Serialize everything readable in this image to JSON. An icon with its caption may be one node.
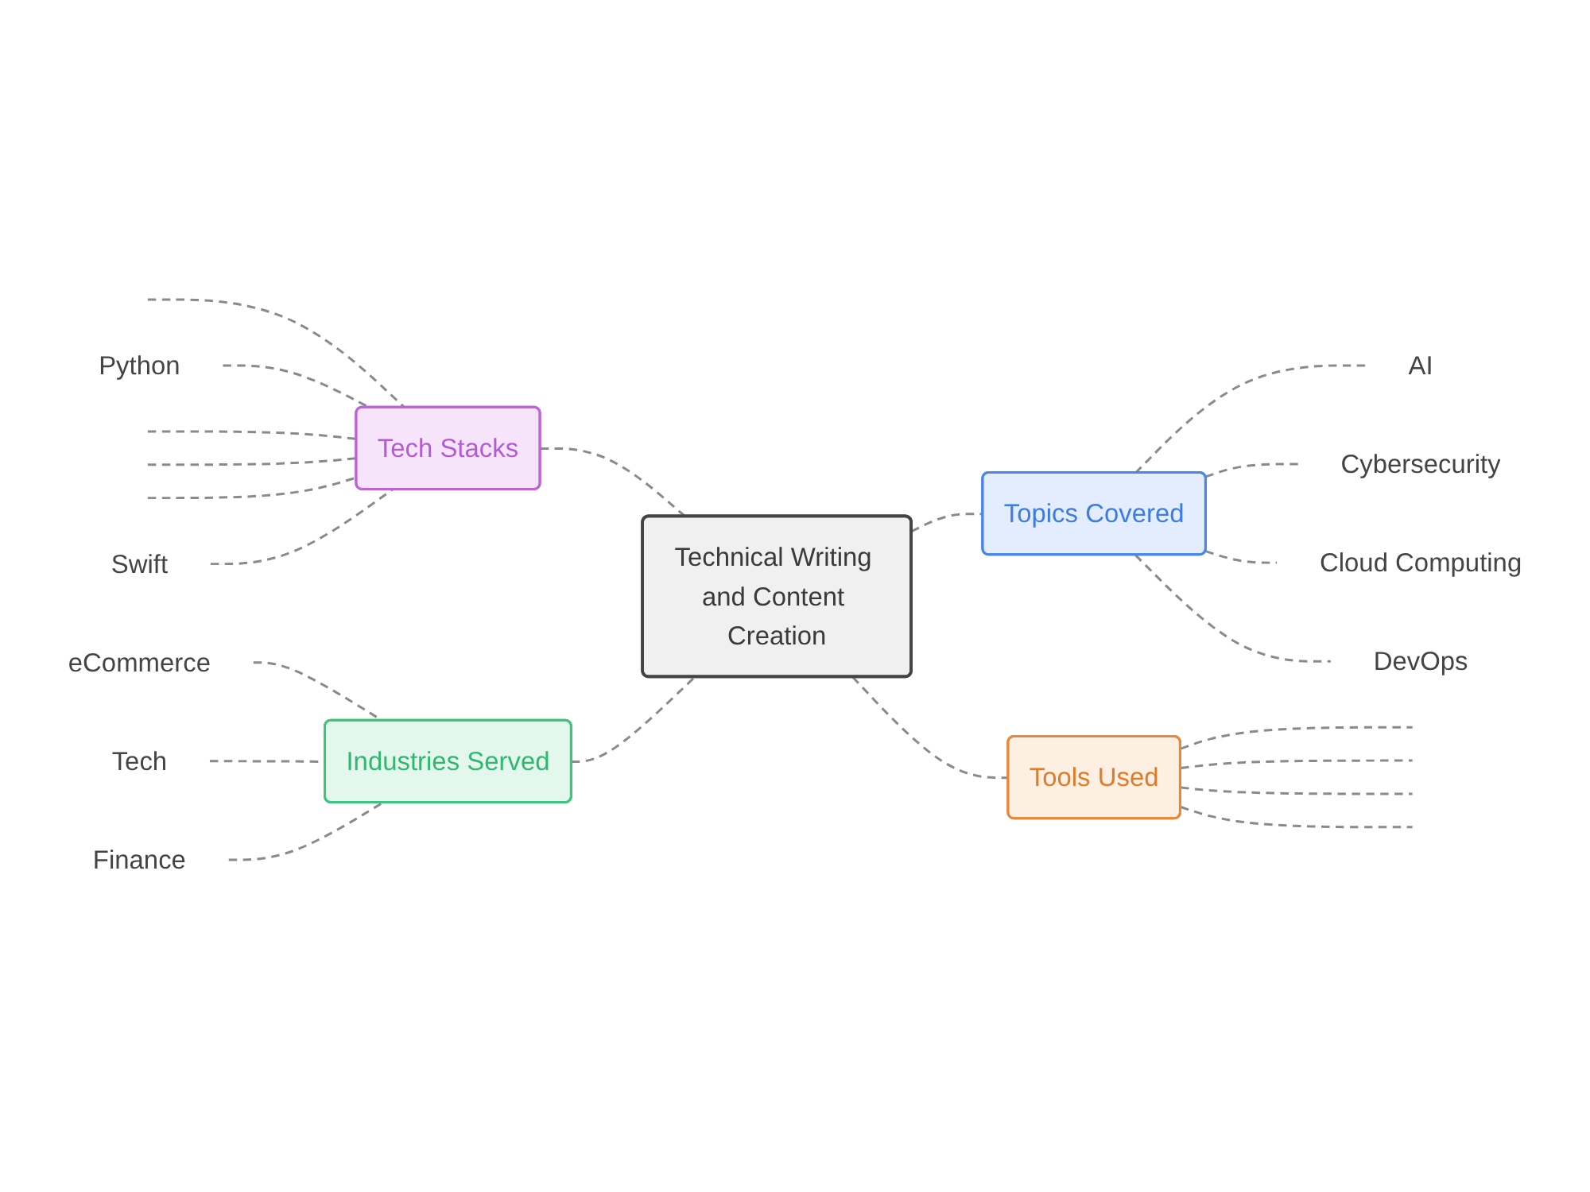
{
  "diagram": {
    "nodes": [
      {
        "text": [
          "Technical Writing and Content Creation"
        ]
      },
      {
        "text": [
          "Tech Stacks"
        ]
      },
      {
        "text": [
          "Python"
        ]
      },
      {
        "text": [
          "Swift"
        ]
      },
      {
        "text": [
          "Topics Covered"
        ]
      },
      {
        "text": [
          "AI"
        ]
      },
      {
        "text": [
          "Cybersecurity"
        ]
      },
      {
        "text": [
          "Cloud Computing"
        ]
      },
      {
        "text": [
          "DevOps"
        ]
      },
      {
        "text": [
          "Tools Used"
        ]
      },
      {
        "text": [
          "Industries Served"
        ]
      },
      {
        "text": [
          "eCommerce"
        ]
      },
      {
        "text": [
          "Tech"
        ]
      },
      {
        "text": [
          "Finance"
        ]
      }
    ],
    "edges": [
      {
        "from": 1,
        "to": 0,
        "arrow": "none",
        "style": "dashed"
      },
      {
        "from": null,
        "to": 1,
        "arrow": "none",
        "style": "dashed"
      },
      {
        "from": 2,
        "to": 1,
        "arrow": "none",
        "style": "dashed"
      },
      {
        "from": null,
        "to": 1,
        "arrow": "none",
        "style": "dashed"
      },
      {
        "from": null,
        "to": 1,
        "arrow": "none",
        "style": "dashed"
      },
      {
        "from": null,
        "to": 1,
        "arrow": "none",
        "style": "dashed"
      },
      {
        "from": 3,
        "to": 1,
        "arrow": "none",
        "style": "dashed"
      },
      {
        "from": 0,
        "to": 4,
        "arrow": "none",
        "style": "dashed"
      },
      {
        "from": 4,
        "to": 5,
        "arrow": "none",
        "style": "dashed"
      },
      {
        "from": 4,
        "to": 6,
        "arrow": "none",
        "style": "dashed"
      },
      {
        "from": 4,
        "to": 7,
        "arrow": "none",
        "style": "dashed"
      },
      {
        "from": 4,
        "to": 8,
        "arrow": "none",
        "style": "dashed"
      },
      {
        "from": 0,
        "to": 9,
        "arrow": "none",
        "style": "dashed"
      },
      {
        "from": 9,
        "to": null,
        "arrow": "none",
        "style": "dashed"
      },
      {
        "from": 9,
        "to": null,
        "arrow": "none",
        "style": "dashed"
      },
      {
        "from": 9,
        "to": null,
        "arrow": "none",
        "style": "dashed"
      },
      {
        "from": 9,
        "to": null,
        "arrow": "none",
        "style": "dashed"
      },
      {
        "from": 10,
        "to": 0,
        "arrow": "none",
        "style": "dashed"
      },
      {
        "from": 11,
        "to": 10,
        "arrow": "none",
        "style": "dashed"
      },
      {
        "from": 12,
        "to": 10,
        "arrow": "none",
        "style": "dashed"
      },
      {
        "from": 13,
        "to": 10,
        "arrow": "none",
        "style": "dashed"
      }
    ]
  }
}
